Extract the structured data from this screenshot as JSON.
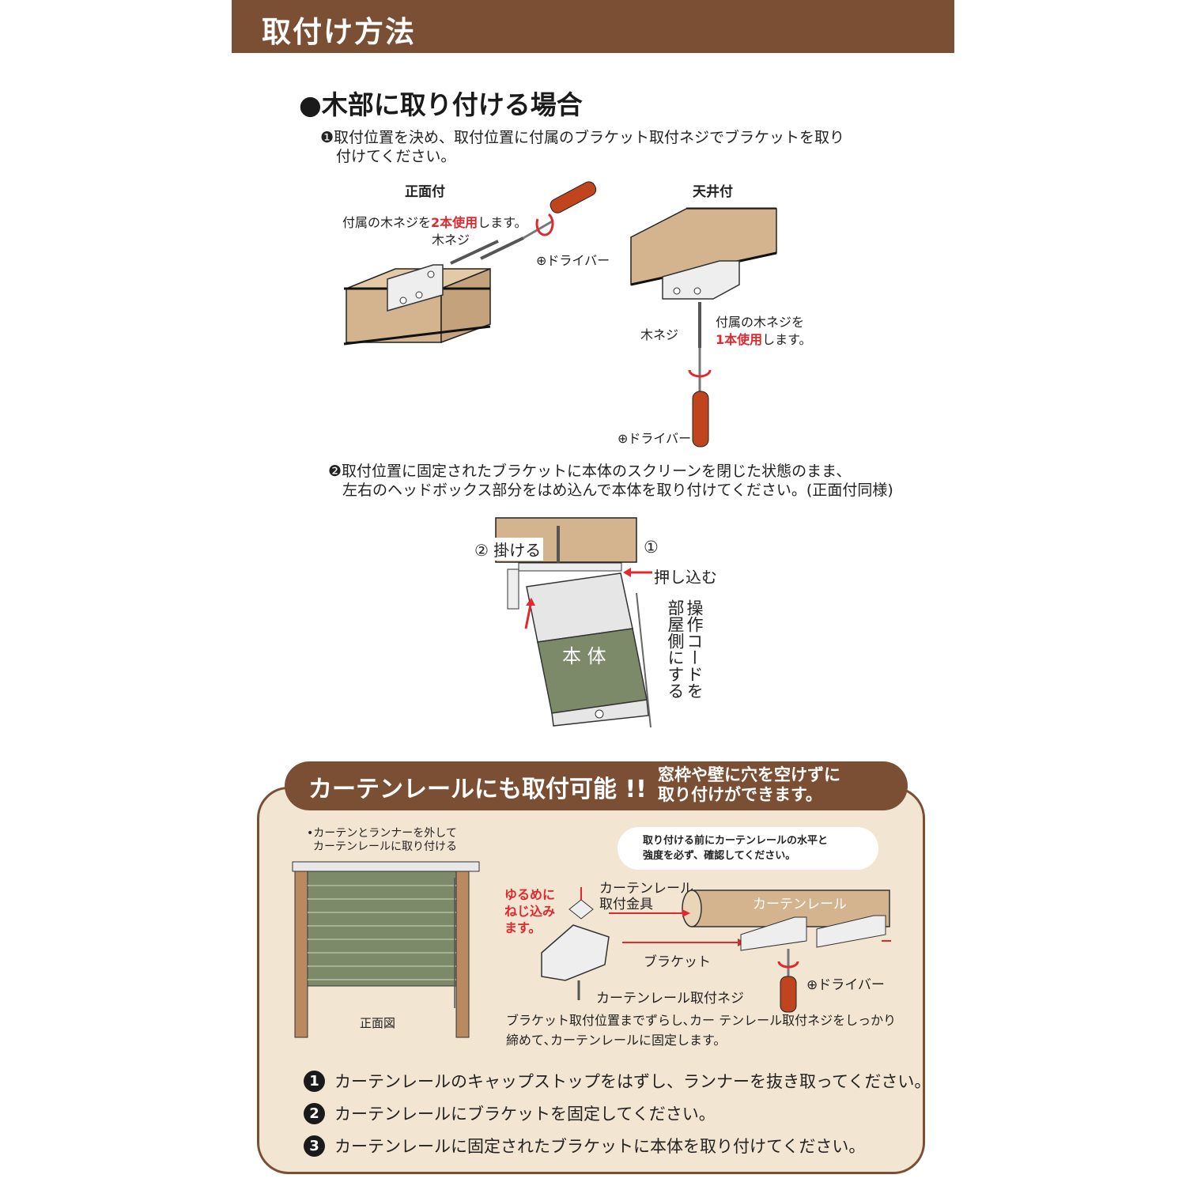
{
  "header": {
    "title": "取付け方法"
  },
  "wood_section": {
    "title": "●木部に取り付ける場合",
    "step1": {
      "line1": "❶取付位置を決め、取付位置に付属のブラケット取付ネジでブラケットを取り",
      "line2": "付けてください。"
    },
    "front_mount": {
      "title": "正面付",
      "note_prefix": "付属の木ネジを",
      "note_emph": "2本使用",
      "note_suffix": "します。",
      "screw_label": "木ネジ",
      "driver_label": "⊕ドライバー"
    },
    "ceiling_mount": {
      "title": "天井付",
      "screw_label": "木ネジ",
      "note_line1": "付属の木ネジを",
      "note_emph": "1本使用",
      "note_suffix": "します。",
      "driver_label": "⊕ドライバー"
    },
    "step2": {
      "line1": "❷取付位置に固定されたブラケットに本体のスクリーンを閉じた状態のまま、",
      "line2": "左右のヘッドボックス部分をはめ込んで本体を取り付けてください。(正面付同様)"
    },
    "hang_figure": {
      "hang_label": "② 掛ける",
      "circle_one": "①",
      "push_label": "押し込む",
      "body_label": "本 体",
      "cord_col1": "操作コードを",
      "cord_col2": "部屋側にする"
    }
  },
  "curtain_section": {
    "banner_title": "カーテンレールにも取付可能 !!",
    "banner_sub_line1": "窓枠や壁に穴を空けずに",
    "banner_sub_line2": "取り付けができます。",
    "left_note_line1": "•カーテンとランナーを外して",
    "left_note_line2": "カーテンレールに取り付ける",
    "front_view_label": "正面図",
    "bubble_line1": "取り付ける前にカーテンレールの水平と",
    "bubble_line2": "強度を必ず、確認してください。",
    "loose_line1": "ゆるめに",
    "loose_line2": "ねじ込み",
    "loose_line3": "ます。",
    "fitting_line1": "カーテンレール",
    "fitting_line2": "取付金具",
    "rail_label": "カーテンレール",
    "bracket_label": "ブラケット",
    "screw_label": "カーテンレール取付ネジ",
    "driver_label": "⊕ドライバー",
    "slide_line1": "ブラケット取付位置までずらし､カー テンレール取付ネジをしっかり",
    "slide_line2": "締めて､カーテンレールに固定します。",
    "steps": [
      {
        "num": "1",
        "text": "カーテンレールのキャップストップをはずし、ランナーを抜き取ってください。"
      },
      {
        "num": "2",
        "text": "カーテンレールにブラケットを固定してください。"
      },
      {
        "num": "3",
        "text": "カーテンレールに固定されたブラケットに本体を取り付けてください。"
      }
    ]
  },
  "colors": {
    "header_brown": "#7a4f34",
    "panel_beige": "#f2e5d1",
    "wood": "#d4b48e",
    "accent_red": "#e0282e",
    "driver_handle": "#c0451f",
    "fabric_green": "#7d8a6a"
  }
}
